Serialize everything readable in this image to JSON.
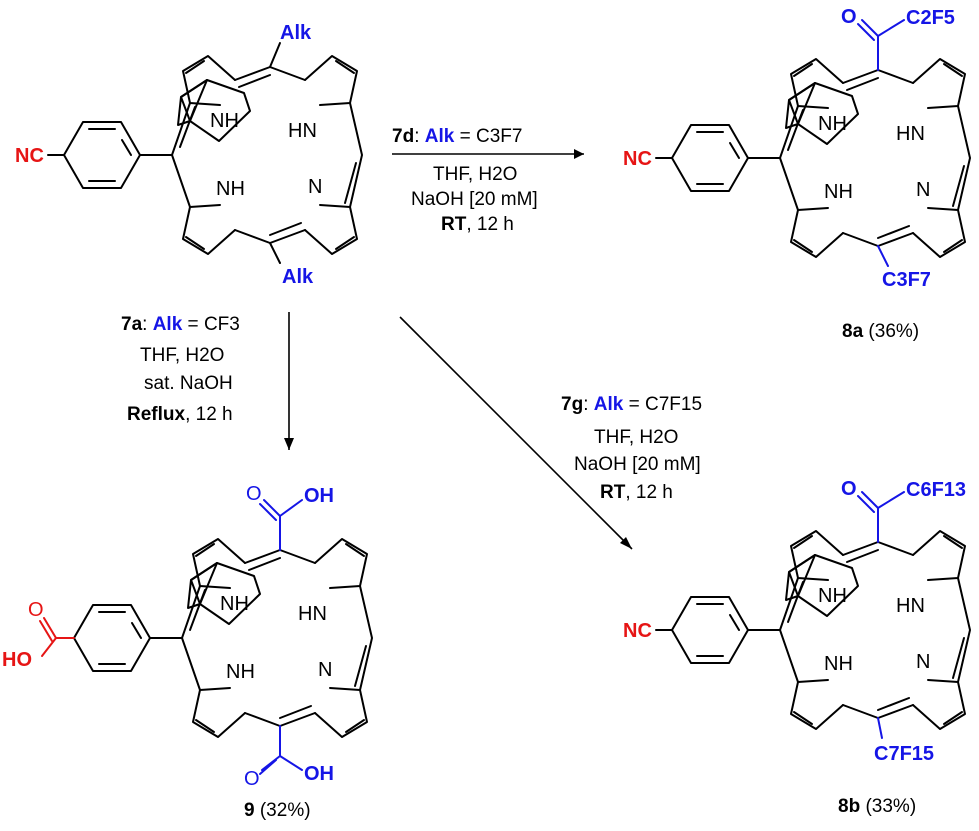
{
  "colors": {
    "substituent": "#1515e6",
    "reactive_group": "#e61515",
    "text": "#000000"
  },
  "start_material": {
    "alk_top": "Alk",
    "alk_bottom": "Alk",
    "nitrile": "NC",
    "nh_1": "NH",
    "nh_2": "HN",
    "nh_3": "NH",
    "n_4": "N"
  },
  "reaction_7d": {
    "reagent_label": "7d",
    "alk_word": "Alk",
    "equals": " = ",
    "group": "C3F7",
    "line2": "THF, H2O",
    "line3": "NaOH [20 mM]",
    "line4_bold": "RT",
    "line4_rest": ", 12 h"
  },
  "reaction_7a": {
    "reagent_label": "7a",
    "alk_word": "Alk",
    "equals": " = ",
    "group": "CF3",
    "line2": "THF, H2O",
    "line3": "sat. NaOH",
    "line4_bold": "Reflux",
    "line4_rest": ", 12 h"
  },
  "reaction_7g": {
    "reagent_label": "7g",
    "alk_word": "Alk",
    "equals": " = ",
    "group": "C7F15",
    "line2": "THF, H2O",
    "line3": "NaOH [20 mM]",
    "line4_bold": "RT",
    "line4_rest": ", 12 h"
  },
  "product_8a": {
    "id": "8a",
    "yield": " (36%)",
    "acyl_o": "O",
    "acyl_group": "C2F5",
    "bottom_group": "C3F7",
    "nitrile": "NC",
    "nh_1": "NH",
    "nh_2": "HN",
    "nh_3": "NH",
    "n_4": "N"
  },
  "product_9": {
    "id": "9",
    "yield": " (32%)",
    "top_o": "O",
    "top_oh": "OH",
    "bottom_o": "O",
    "bottom_oh": "OH",
    "aryl_o": "O",
    "aryl_ho": "HO",
    "nh_1": "NH",
    "nh_2": "HN",
    "nh_3": "NH",
    "n_4": "N"
  },
  "product_8b": {
    "id": "8b",
    "yield": " (33%)",
    "acyl_o": "O",
    "acyl_group": "C6F13",
    "bottom_group": "C7F15",
    "nitrile": "NC",
    "nh_1": "NH",
    "nh_2": "HN",
    "nh_3": "NH",
    "n_4": "N"
  }
}
